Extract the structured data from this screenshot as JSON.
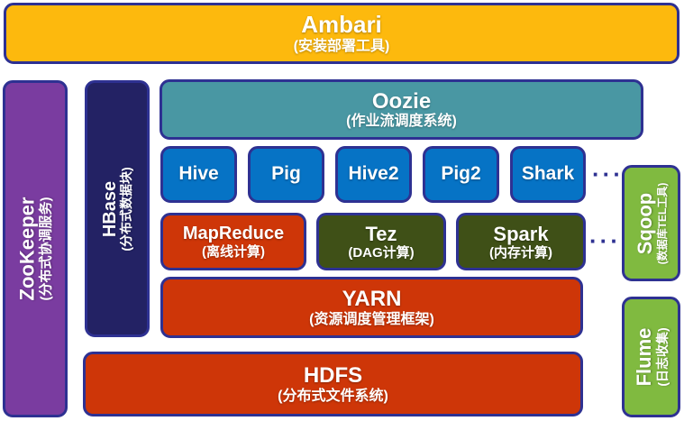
{
  "diagram": {
    "description": "Hadoop ecosystem architecture stack diagram",
    "colors": {
      "border": "#2E3192",
      "ambari_fill": "#FDB90D",
      "zookeeper_fill": "#7A3CA0",
      "hbase_fill": "#232264",
      "oozie_fill": "#4997A3",
      "blue_fill": "#0673C5",
      "red_fill": "#CE3608",
      "dark_green_fill": "#3F5017",
      "light_green_fill": "#80BA40",
      "text": "#FFFFFF"
    },
    "blocks": {
      "ambari": {
        "title": "Ambari",
        "subtitle": "(安装部署工具)"
      },
      "zookeeper": {
        "title": "ZooKeeper",
        "subtitle": "(分布式协调服务)"
      },
      "hbase": {
        "title": "HBase",
        "subtitle": "(分布式数据块)"
      },
      "oozie": {
        "title": "Oozie",
        "subtitle": "(作业流调度系统)"
      },
      "hive": {
        "title": "Hive"
      },
      "pig": {
        "title": "Pig"
      },
      "hive2": {
        "title": "Hive2"
      },
      "pig2": {
        "title": "Pig2"
      },
      "shark": {
        "title": "Shark"
      },
      "mapreduce": {
        "title": "MapReduce",
        "subtitle": "(离线计算)"
      },
      "tez": {
        "title": "Tez",
        "subtitle": "(DAG计算)"
      },
      "spark": {
        "title": "Spark",
        "subtitle": "(内存计算)"
      },
      "yarn": {
        "title": "YARN",
        "subtitle": "(资源调度管理框架)"
      },
      "hdfs": {
        "title": "HDFS",
        "subtitle": "(分布式文件系统)"
      },
      "sqoop": {
        "title": "Sqoop",
        "subtitle": "(数据库TEL工具)"
      },
      "flume": {
        "title": "Flume",
        "subtitle": "(日志收集)"
      }
    },
    "decorations": {
      "ellipsis_row1": "···",
      "ellipsis_row2": "···"
    }
  }
}
